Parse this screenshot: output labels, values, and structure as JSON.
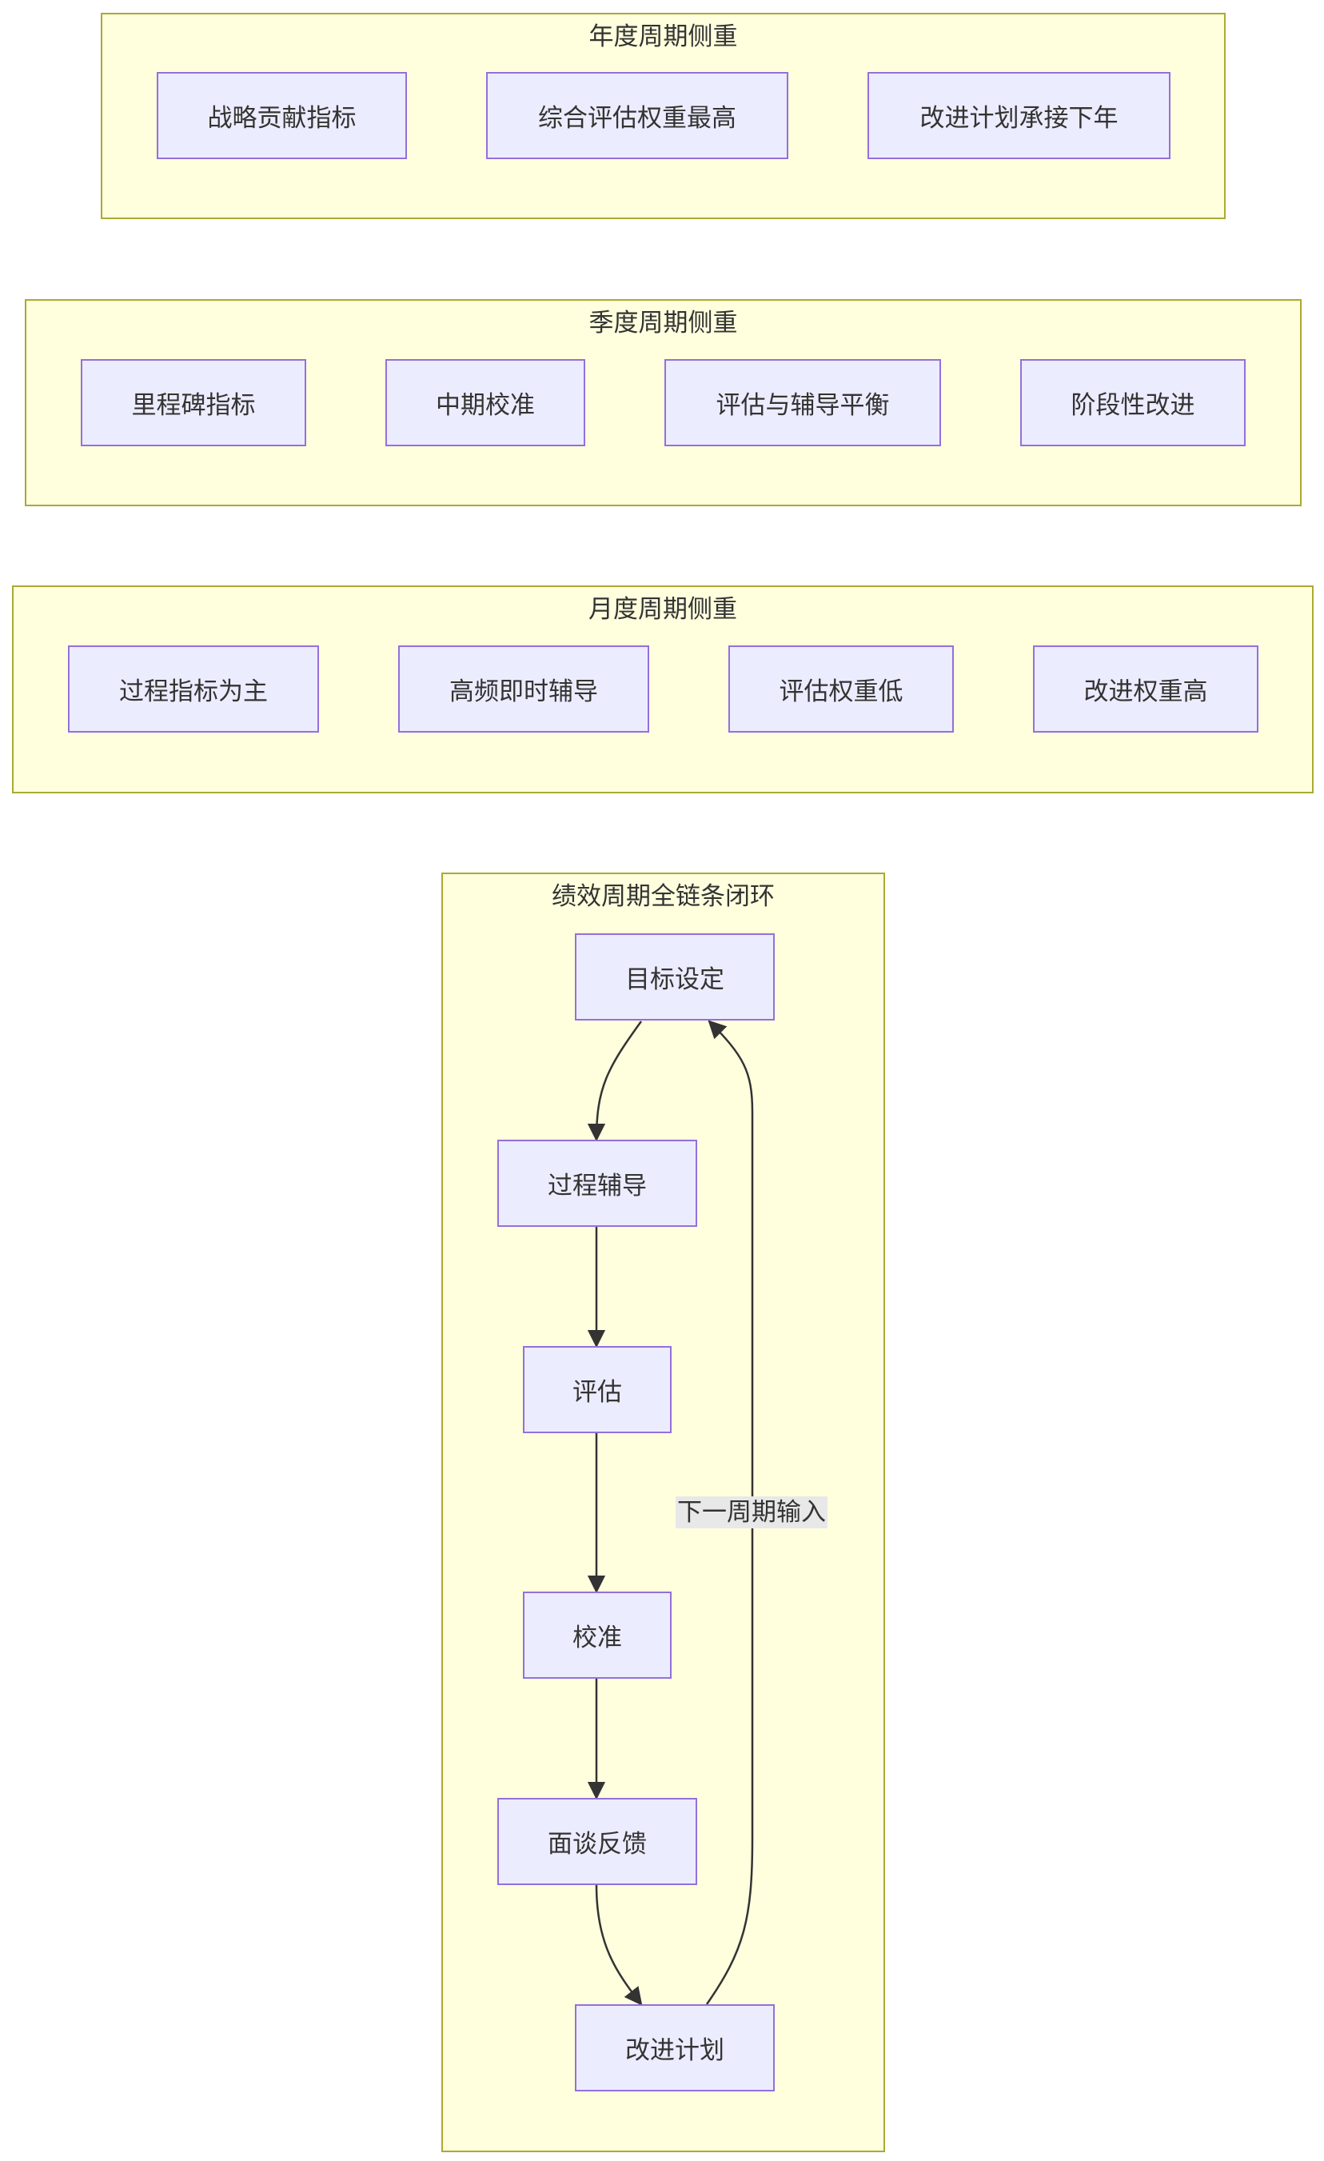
{
  "diagram": {
    "annual": {
      "title": "年度周期侧重",
      "nodes": [
        "战略贡献指标",
        "综合评估权重最高",
        "改进计划承接下年"
      ]
    },
    "quarterly": {
      "title": "季度周期侧重",
      "nodes": [
        "里程碑指标",
        "中期校准",
        "评估与辅导平衡",
        "阶段性改进"
      ]
    },
    "monthly": {
      "title": "月度周期侧重",
      "nodes": [
        "过程指标为主",
        "高频即时辅导",
        "评估权重低",
        "改进权重高"
      ]
    },
    "loop": {
      "title": "绩效周期全链条闭环",
      "nodes": {
        "goal": "目标设定",
        "coaching": "过程辅导",
        "evaluate": "评估",
        "calibrate": "校准",
        "feedback": "面谈反馈",
        "improve": "改进计划"
      },
      "return_edge_label": "下一周期输入"
    }
  },
  "colors": {
    "cluster_fill": "#ffffde",
    "cluster_border": "#aaaa33",
    "node_fill": "#ececff",
    "node_border": "#9370db",
    "edge": "#333333",
    "label_bg": "#e8e8e8"
  }
}
